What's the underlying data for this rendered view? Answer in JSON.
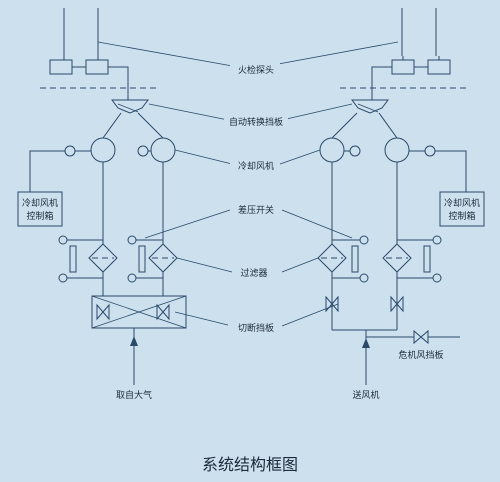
{
  "labels": {
    "fire_detector": "火检探头",
    "auto_switch_damper": "自动转换挡板",
    "cooling_fan": "冷却风机",
    "diff_pressure_switch": "差压开关",
    "filter": "过滤器",
    "shutoff_damper": "切断挡板",
    "fan_control_box_left": [
      "冷却风机",
      "控制箱"
    ],
    "fan_control_box_right": [
      "冷却风机",
      "控制箱"
    ],
    "take_from_atmosphere": "取自大气",
    "send_fan": "送风机",
    "emergency_damper": "危机风挡板"
  },
  "title": "系统结构框图"
}
